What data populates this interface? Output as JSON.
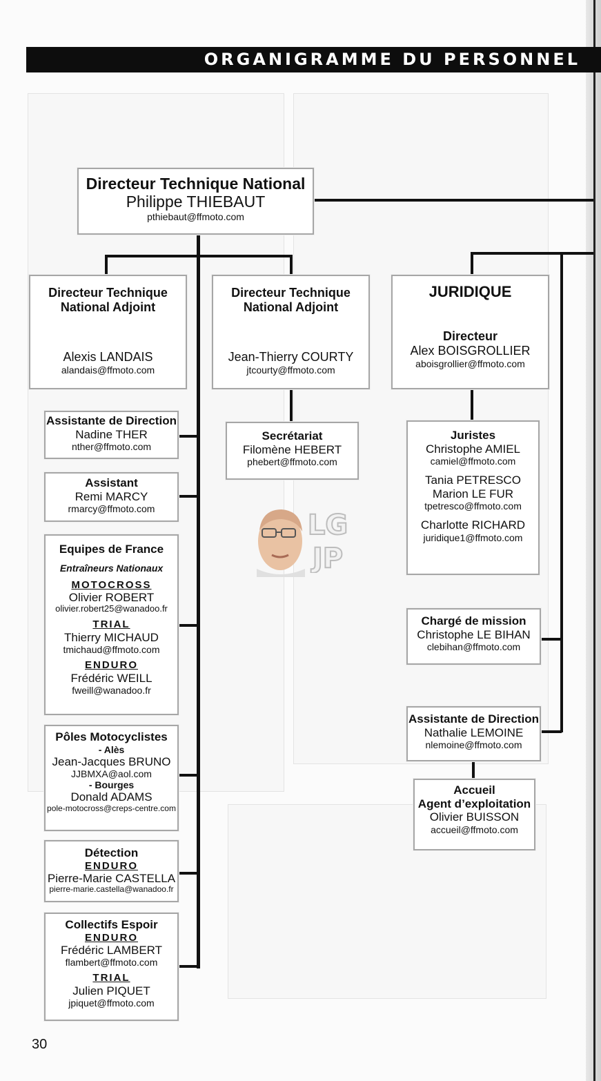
{
  "header": {
    "title": "ORGANIGRAMME DU PERSONNEL"
  },
  "page_number": "30",
  "logo": {
    "text": "LG JP"
  },
  "dtn": {
    "title": "Directeur Technique National",
    "name": "Philippe THIEBAUT",
    "email": "pthiebaut@ffmoto.com"
  },
  "adjoint1": {
    "title": "Directeur Technique National Adjoint",
    "name": "Alexis LANDAIS",
    "email": "alandais@ffmoto.com"
  },
  "adjoint2": {
    "title": "Directeur Technique National Adjoint",
    "name": "Jean-Thierry COURTY",
    "email": "jtcourty@ffmoto.com"
  },
  "juridique": {
    "heading": "JURIDIQUE",
    "title": "Directeur",
    "name": "Alex BOISGROLLIER",
    "email": "aboisgrollier@ffmoto.com"
  },
  "assist_direction": {
    "title": "Assistante de Direction",
    "name": "Nadine THER",
    "email": "nther@ffmoto.com"
  },
  "assistant": {
    "title": "Assistant",
    "name": "Remi MARCY",
    "email": "rmarcy@ffmoto.com"
  },
  "equipes": {
    "title": "Equipes de France",
    "subtitle": "Entraîneurs Nationaux",
    "groups": [
      {
        "section": "MOTOCROSS",
        "name": "Olivier ROBERT",
        "email": "olivier.robert25@wanadoo.fr"
      },
      {
        "section": "TRIAL",
        "name": "Thierry MICHAUD",
        "email": "tmichaud@ffmoto.com"
      },
      {
        "section": "ENDURO",
        "name": "Frédéric WEILL",
        "email": "fweill@wanadoo.fr"
      }
    ]
  },
  "poles": {
    "title": "Pôles Motocyclistes",
    "groups": [
      {
        "place": "- Alès",
        "name": "Jean-Jacques BRUNO",
        "email": "JJBMXA@aol.com"
      },
      {
        "place": "- Bourges",
        "name": "Donald ADAMS",
        "email": "pole-motocross@creps-centre.com"
      }
    ]
  },
  "detection": {
    "title": "Détection",
    "section": "ENDURO",
    "name": "Pierre-Marie CASTELLA",
    "email": "pierre-marie.castella@wanadoo.fr"
  },
  "collectifs": {
    "title": "Collectifs Espoir",
    "groups": [
      {
        "section": "ENDURO",
        "name": "Frédéric LAMBERT",
        "email": "flambert@ffmoto.com"
      },
      {
        "section": "TRIAL",
        "name": "Julien PIQUET",
        "email": "jpiquet@ffmoto.com"
      }
    ]
  },
  "secretariat": {
    "title": "Secrétariat",
    "name": "Filomène HEBERT",
    "email": "phebert@ffmoto.com"
  },
  "juristes": {
    "title": "Juristes",
    "groups": [
      {
        "names": [
          "Christophe AMIEL"
        ],
        "email": "camiel@ffmoto.com"
      },
      {
        "names": [
          "Tania PETRESCO",
          "Marion LE FUR"
        ],
        "email": "tpetresco@ffmoto.com"
      },
      {
        "names": [
          "Charlotte RICHARD"
        ],
        "email": "juridique1@ffmoto.com"
      }
    ]
  },
  "charge_mission": {
    "title": "Chargé de mission",
    "name": "Christophe LE BIHAN",
    "email": "clebihan@ffmoto.com"
  },
  "assist_direction2": {
    "title": "Assistante de Direction",
    "name": "Nathalie LEMOINE",
    "email": "nlemoine@ffmoto.com"
  },
  "accueil": {
    "title1": "Accueil",
    "title2": "Agent d’exploitation",
    "name": "Olivier BUISSON",
    "email": "accueil@ffmoto.com"
  }
}
